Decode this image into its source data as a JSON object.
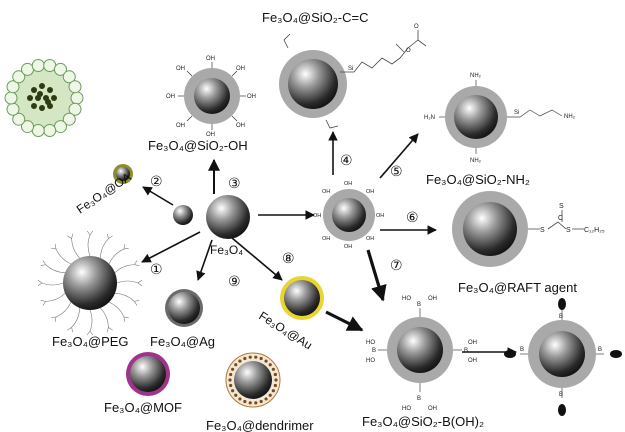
{
  "labels": {
    "fe3o4": "Fe₃O₄",
    "sio2_oh": "Fe₃O₄@SiO₂-OH",
    "sio2_cc": "Fe₃O₄@SiO₂-C=C",
    "sio2_nh2": "Fe₃O₄@SiO₂-NH₂",
    "raft": "Fe₃O₄@RAFT agent",
    "oa": "Fe₃O₄@OA",
    "peg": "Fe₃O₄@PEG",
    "ag": "Fe₃O₄@Ag",
    "au": "Fe₃O₄@Au",
    "mof": "Fe₃O₄@MOF",
    "dendrimer": "Fe₃O₄@dendrimer",
    "sio2_boh": "Fe₃O₄@SiO₂-B(OH)₂"
  },
  "steps": [
    "①",
    "②",
    "③",
    "④",
    "⑤",
    "⑥",
    "⑦",
    "⑧",
    "⑨"
  ],
  "groups": {
    "oh": "OH",
    "nh2": "NH₂",
    "si": "Si",
    "s": "S",
    "c": "C",
    "o": "O",
    "b": "B",
    "ho": "HO",
    "h2n": "H₂N",
    "c12h25": "C₁₂H₂₅"
  },
  "colors": {
    "core": "#2a2a2a",
    "silica_shell": "#a9a9a9",
    "gold_shell": "#e8d530",
    "oa_shell": "#8a8d2a",
    "mof_shell": "#a0338a",
    "arrow": "#111111"
  }
}
